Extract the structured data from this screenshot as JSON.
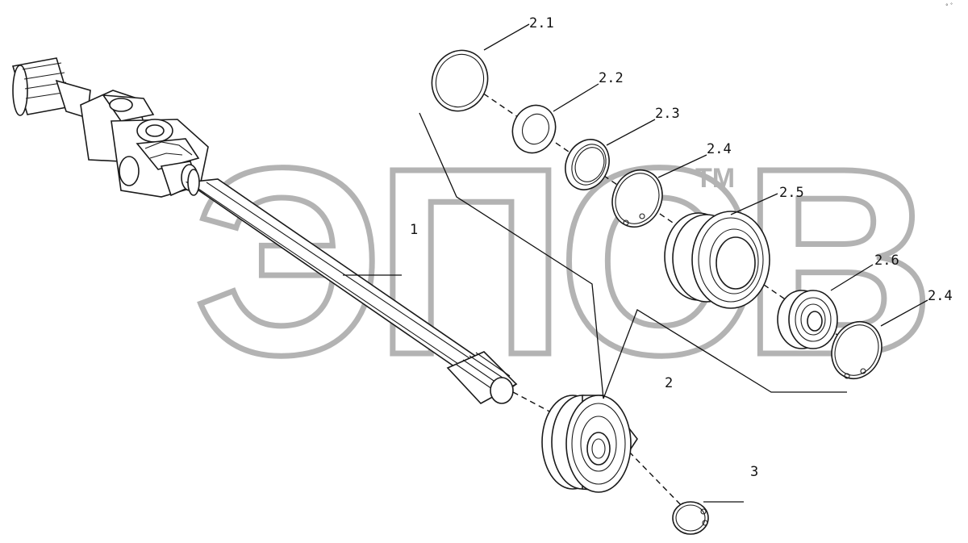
{
  "diagram": {
    "watermark": {
      "text": "ЭПСВ",
      "trademark": "TM"
    },
    "corner_mark": "° ˚",
    "callouts": [
      {
        "id": "1",
        "label": "1"
      },
      {
        "id": "2",
        "label": "2"
      },
      {
        "id": "2_1",
        "label": "2.1"
      },
      {
        "id": "2_2",
        "label": "2.2"
      },
      {
        "id": "2_3",
        "label": "2.3"
      },
      {
        "id": "2_4a",
        "label": "2.4"
      },
      {
        "id": "2_5",
        "label": "2.5"
      },
      {
        "id": "2_6",
        "label": "2.6"
      },
      {
        "id": "2_4b",
        "label": "2.4"
      },
      {
        "id": "3",
        "label": "3"
      }
    ]
  }
}
